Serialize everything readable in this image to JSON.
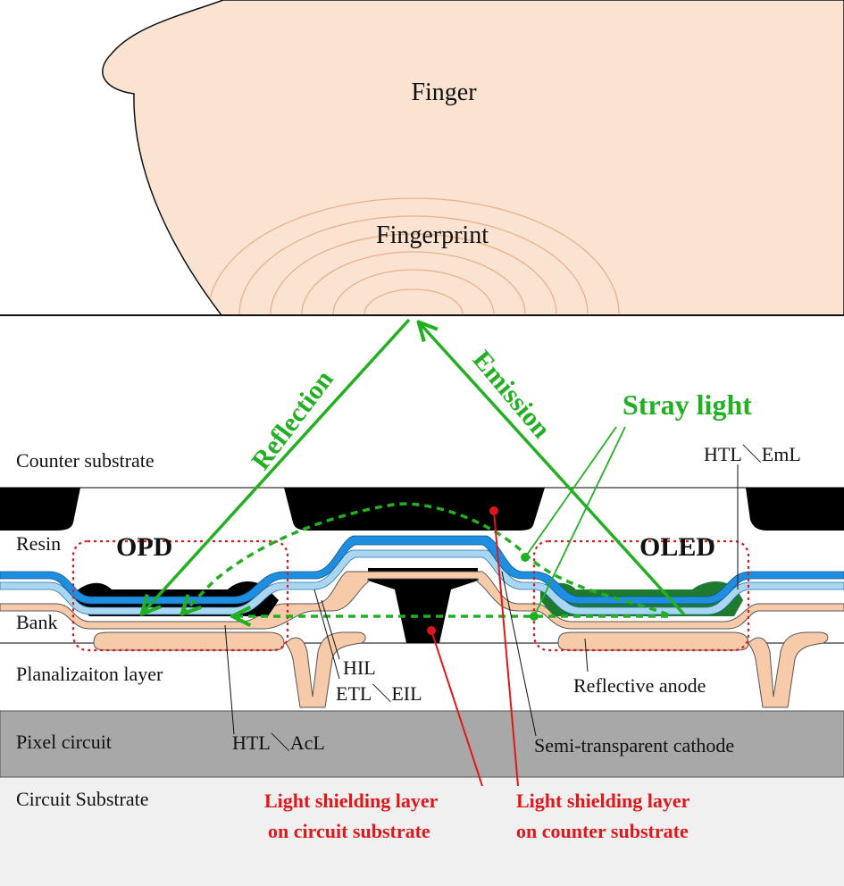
{
  "finger": {
    "label": "Finger",
    "fingerprint_label": "Fingerprint"
  },
  "arrows": {
    "reflection": "Reflection",
    "emission": "Emission",
    "stray": "Stray light"
  },
  "devices": {
    "opd": "OPD",
    "oled": "OLED"
  },
  "layers": {
    "counter_substrate": "Counter substrate",
    "resin": "Resin",
    "bank": "Bank",
    "planarization": "Planalizaiton layer",
    "pixel_circuit": "Pixel circuit",
    "circuit_substrate": "Circuit Substrate"
  },
  "callouts": {
    "htl_eml": "HTL＼EmL",
    "hil": "HIL",
    "etl_eil": "ETL＼EIL",
    "htl_acl": "HTL＼AcL",
    "reflective_anode": "Reflective anode",
    "cathode": "Semi-transparent cathode"
  },
  "shielding": {
    "circuit_line1": "Light shielding layer",
    "circuit_line2": "on circuit substrate",
    "counter_line1": "Light shielding layer",
    "counter_line2": "on counter substrate"
  },
  "colors": {
    "skin": "#fbe3d2",
    "skin_ridge": "#e8b08e",
    "green": "#22b022",
    "dark_green": "#1d7a2e",
    "blue": "#1e8fe0",
    "light_blue": "#a9d7f2",
    "peach": "#f7cba9",
    "pixel_circuit": "#a8a8a8",
    "circuit_substrate": "#f0f0f0",
    "red": "#e0161b"
  }
}
